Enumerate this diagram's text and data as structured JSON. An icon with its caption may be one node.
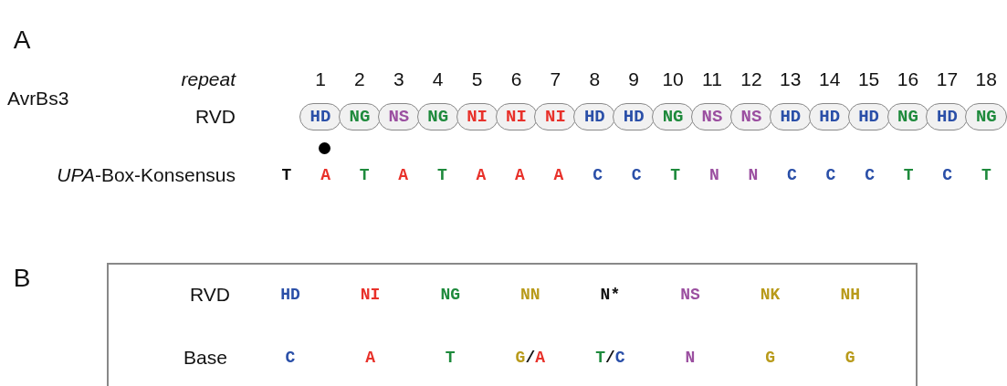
{
  "diagram": {
    "nodes": [
      {
        "text": [
          "HD"
        ]
      },
      {
        "text": [
          "NG"
        ]
      },
      {
        "text": [
          "NS"
        ]
      },
      {
        "text": [
          "NG"
        ]
      },
      {
        "text": [
          "NI"
        ]
      },
      {
        "text": [
          "NI"
        ]
      },
      {
        "text": [
          "NI"
        ]
      },
      {
        "text": [
          "HD"
        ]
      },
      {
        "text": [
          "HD"
        ]
      },
      {
        "text": [
          "NG"
        ]
      },
      {
        "text": [
          "NS"
        ]
      },
      {
        "text": [
          "NS"
        ]
      },
      {
        "text": [
          "HD"
        ]
      },
      {
        "text": [
          "HD"
        ]
      },
      {
        "text": [
          "HD"
        ]
      },
      {
        "text": [
          "NG"
        ]
      },
      {
        "text": [
          "HD"
        ]
      },
      {
        "text": [
          "NG"
        ]
      }
    ],
    "labels": [
      "A",
      "repeat",
      "1",
      "2",
      "3",
      "4",
      "5",
      "6",
      "7",
      "8",
      "9",
      "10",
      "11",
      "12",
      "13",
      "14",
      "15",
      "16",
      "17",
      "18",
      "AvrBs3",
      "RVD",
      "*UPA*-Box-Konsensus",
      "T",
      "A",
      "T",
      "A",
      "T",
      "A",
      "A",
      "A",
      "C",
      "C",
      "T",
      "N",
      "N",
      "C",
      "C",
      "C",
      "T",
      "C",
      "T",
      "B",
      "RVD",
      "HD",
      "NI",
      "NG",
      "NN",
      "N*",
      "NS",
      "NK",
      "NH",
      "Base",
      "C",
      "A",
      "T",
      "G/A",
      "T/C",
      "N",
      "G",
      "G"
    ]
  }
}
